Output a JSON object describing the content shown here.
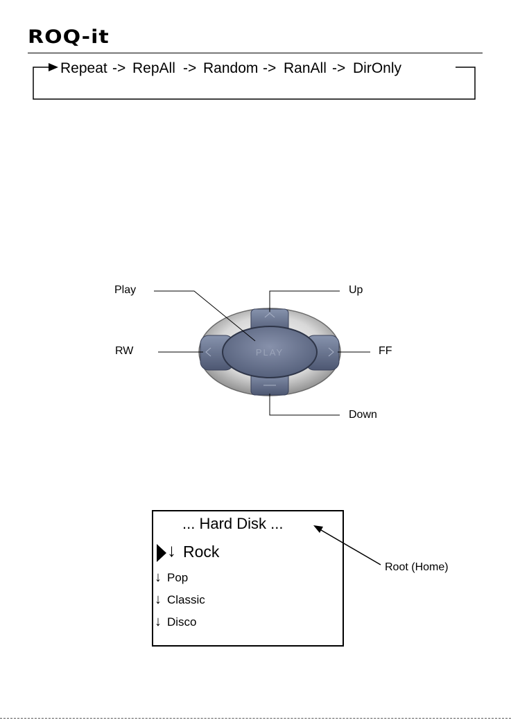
{
  "header": {
    "logo_text": "ROQ-it"
  },
  "mode_flow": {
    "items": [
      "Repeat",
      "RepAll",
      "Random",
      "RanAll",
      "DirOnly"
    ],
    "separator": "->"
  },
  "controller": {
    "center_text": "PLAY",
    "labels": {
      "play": "Play",
      "up": "Up",
      "rw": "RW",
      "ff": "FF",
      "down": "Down"
    },
    "colors": {
      "button": "#6f7a96",
      "ring": "#c9c9c9",
      "dark": "#3c4458"
    }
  },
  "screen": {
    "title": "... Hard Disk ...",
    "items": [
      {
        "label": "Rock",
        "selected": true
      },
      {
        "label": "Pop",
        "selected": false
      },
      {
        "label": "Classic",
        "selected": false
      },
      {
        "label": "Disco",
        "selected": false
      }
    ],
    "callout": "Root (Home)"
  }
}
